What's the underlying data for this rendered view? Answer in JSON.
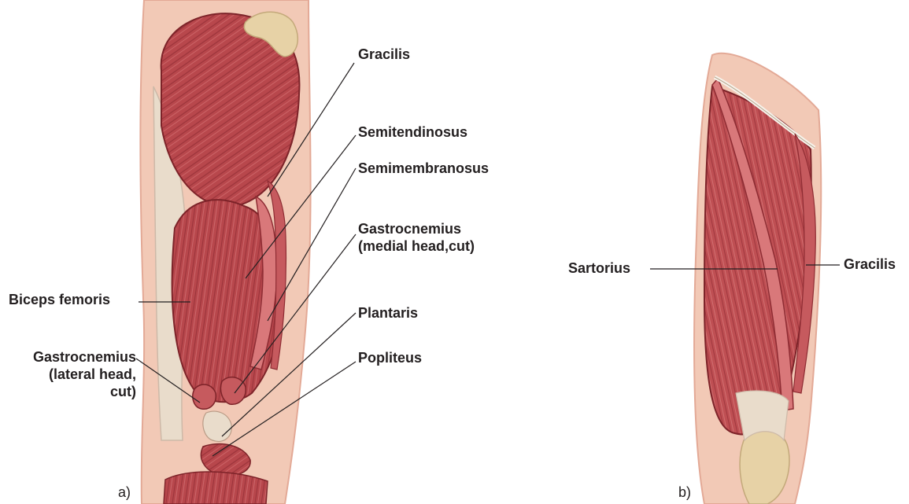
{
  "panels": {
    "a": {
      "letter": "a)",
      "labels": {
        "gracilis": "Gracilis",
        "semitendinosus": "Semitendinosus",
        "semimembranosus": "Semimembranosus",
        "gastrocnemius_medial": [
          "Gastrocnemius",
          "(medial head,cut)"
        ],
        "biceps_femoris": "Biceps femoris",
        "plantaris": "Plantaris",
        "popliteus": "Popliteus",
        "gastrocnemius_lateral": [
          "Gastrocnemius",
          "(lateral head,",
          "cut)"
        ]
      }
    },
    "b": {
      "letter": "b)",
      "labels": {
        "sartorius": "Sartorius",
        "gracilis": "Gracilis"
      }
    }
  },
  "colors": {
    "muscle": "#b8474c",
    "muscle_dark": "#8e2c33",
    "muscle_light": "#d9787a",
    "skin": "#f2c9b6",
    "tendon": "#e9dccb",
    "bone": "#e7d2a6",
    "leader_line": "#231f20",
    "text": "#231f20"
  }
}
